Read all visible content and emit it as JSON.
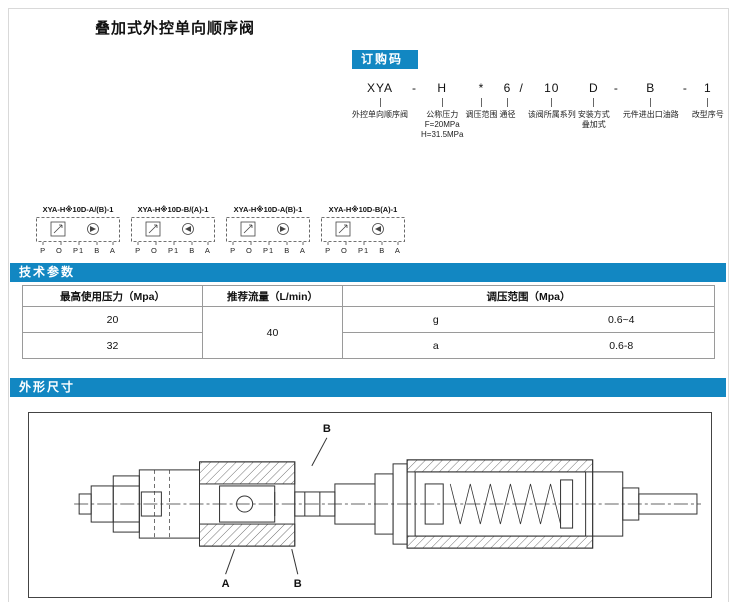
{
  "colors": {
    "accent": "#1287c2"
  },
  "page_title": "叠加式外控单向顺序阀",
  "ordering": {
    "header": "订购码",
    "tokens": [
      {
        "text": "XYA",
        "l1": "外控单向顺序阀"
      },
      {
        "text": "-"
      },
      {
        "text": "H",
        "l1": "公称压力",
        "l2": "F=20MPa",
        "l3": "H=31.5MPa"
      },
      {
        "text": "*",
        "l1": "调压范围"
      },
      {
        "text": "6",
        "l1": "通径"
      },
      {
        "text": "/"
      },
      {
        "text": "10",
        "l1": "该阀所属系列"
      },
      {
        "text": "D",
        "l1": "安装方式",
        "l2": "叠加式"
      },
      {
        "text": "-"
      },
      {
        "text": "B",
        "l1": "元件进出口油路"
      },
      {
        "text": "-"
      },
      {
        "text": "1",
        "l1": "改型序号"
      }
    ]
  },
  "symbols": {
    "items": [
      {
        "title": "XYA-H※10D-A/(B)-1",
        "ports": "P O P1 B A"
      },
      {
        "title": "XYA-H※10D-B/(A)-1",
        "ports": "P O P1 B A"
      },
      {
        "title": "XYA-H※10D-A(B)-1",
        "ports": "P O P1 B A"
      },
      {
        "title": "XYA-H※10D-B(A)-1",
        "ports": "P O P1 B A"
      }
    ]
  },
  "tech_params": {
    "header": "技术参数",
    "columns": [
      "最高使用压力（Mpa）",
      "推荐流量（L/min）",
      "调压范围（Mpa）"
    ],
    "rows": [
      {
        "max_pressure": "20",
        "flow": "40",
        "grade": "g",
        "range": "0.6~4"
      },
      {
        "max_pressure": "32",
        "grade": "a",
        "range": "0.6-8"
      }
    ]
  },
  "dimensions": {
    "header": "外形尺寸",
    "labels": {
      "top_b": "B",
      "bottom_a": "A",
      "bottom_b": "B"
    }
  }
}
